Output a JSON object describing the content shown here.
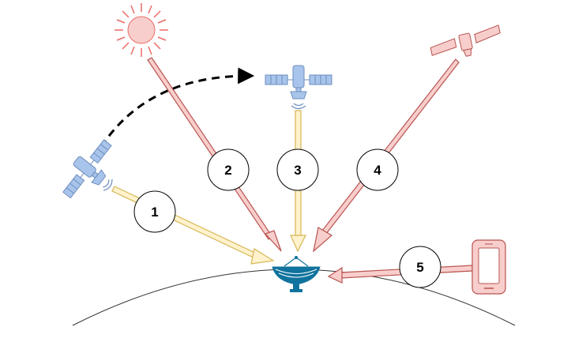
{
  "markers": [
    {
      "id": "1",
      "label": "1"
    },
    {
      "id": "2",
      "label": "2"
    },
    {
      "id": "3",
      "label": "3"
    },
    {
      "id": "4",
      "label": "4"
    },
    {
      "id": "5",
      "label": "5"
    }
  ],
  "colors": {
    "yellow_fill": "#fff2cc",
    "yellow_stroke": "#d6b656",
    "red_fill": "#f8cecc",
    "red_stroke": "#b85450",
    "sat_blue": "#a9c4eb",
    "sat_blue_dark": "#6c8ebf",
    "dish_teal": "#10739e",
    "sun_fill": "#f8cecc",
    "sun_stroke": "#ea6b66"
  },
  "icons": {
    "sun": "sun-icon",
    "satellite_left": "satellite-icon",
    "satellite_center": "satellite-icon",
    "satellite_right": "satellite-icon",
    "phone": "smartphone-icon",
    "dish": "satellite-dish-icon"
  }
}
